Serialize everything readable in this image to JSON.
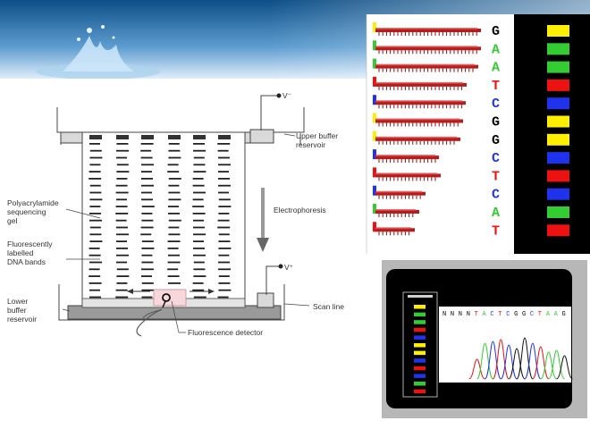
{
  "colors": {
    "G": "#ffee00",
    "A": "#33cc33",
    "T": "#ee1111",
    "C": "#1f33ee"
  },
  "apparatus": {
    "v_minus": "V⁻",
    "v_plus": "V⁺",
    "upper_buffer": [
      "Upper buffer",
      "reservoir"
    ],
    "electrophoresis": "Electrophoresis",
    "gel": [
      "Polyacrylamide",
      "sequencing",
      "gel"
    ],
    "bands": [
      "Fluorescently",
      "labelled",
      "DNA bands"
    ],
    "lower_buffer": [
      "Lower",
      "buffer",
      "reservoir"
    ],
    "scan_line": "Scan line",
    "detector": "Fluorescence detector"
  },
  "ladder": {
    "sequence": [
      "G",
      "A",
      "A",
      "T",
      "C",
      "G",
      "G",
      "C",
      "T",
      "C",
      "A",
      "T"
    ]
  },
  "trace": {
    "called_bases": [
      "N",
      "N",
      "N",
      "N",
      "T",
      "A",
      "C",
      "T",
      "C",
      "G",
      "G",
      "C",
      "T",
      "A",
      "A",
      "G"
    ],
    "lane_bases": [
      "G",
      "A",
      "A",
      "T",
      "C",
      "G",
      "G",
      "C",
      "T",
      "C",
      "A",
      "T"
    ]
  }
}
